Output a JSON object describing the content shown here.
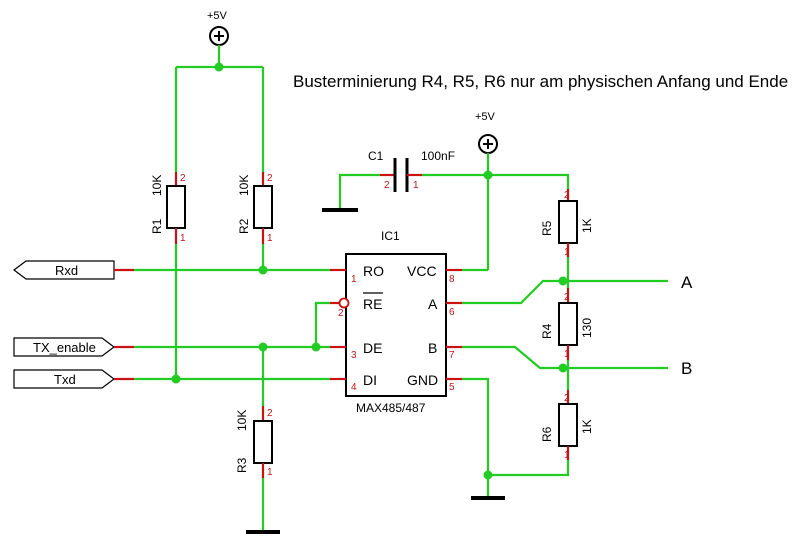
{
  "title": "Busterminierung R4, R5, R6 nur am physischen Anfang und Ende",
  "supply_label": "+5V",
  "ic": {
    "ref": "IC1",
    "part": "MAX485/487",
    "pins_left": [
      {
        "name": "RO",
        "num": "1"
      },
      {
        "name": "RE",
        "num": "2"
      },
      {
        "name": "DE",
        "num": "3"
      },
      {
        "name": "DI",
        "num": "4"
      }
    ],
    "pins_right": [
      {
        "name": "VCC",
        "num": "8"
      },
      {
        "name": "A",
        "num": "6"
      },
      {
        "name": "B",
        "num": "7"
      },
      {
        "name": "GND",
        "num": "5"
      }
    ]
  },
  "capacitor": {
    "ref": "C1",
    "value": "100nF",
    "pin1": "1",
    "pin2": "2"
  },
  "resistors": [
    {
      "ref": "R1",
      "value": "10K",
      "pin_top": "2",
      "pin_bottom": "1"
    },
    {
      "ref": "R2",
      "value": "10K",
      "pin_top": "2",
      "pin_bottom": "1"
    },
    {
      "ref": "R3",
      "value": "10K",
      "pin_top": "2",
      "pin_bottom": "1"
    },
    {
      "ref": "R4",
      "value": "130",
      "pin_top": "2",
      "pin_bottom": "1"
    },
    {
      "ref": "R5",
      "value": "1K",
      "pin_top": "2",
      "pin_bottom": "1"
    },
    {
      "ref": "R6",
      "value": "1K",
      "pin_top": "2",
      "pin_bottom": "1"
    }
  ],
  "ports": {
    "rxd": "Rxd",
    "tx_enable": "TX_enable",
    "txd": "Txd"
  },
  "bus": {
    "a": "A",
    "b": "B"
  },
  "colors": {
    "wire": "#22cc22",
    "pin": "#cc1111",
    "outline": "#000000"
  }
}
